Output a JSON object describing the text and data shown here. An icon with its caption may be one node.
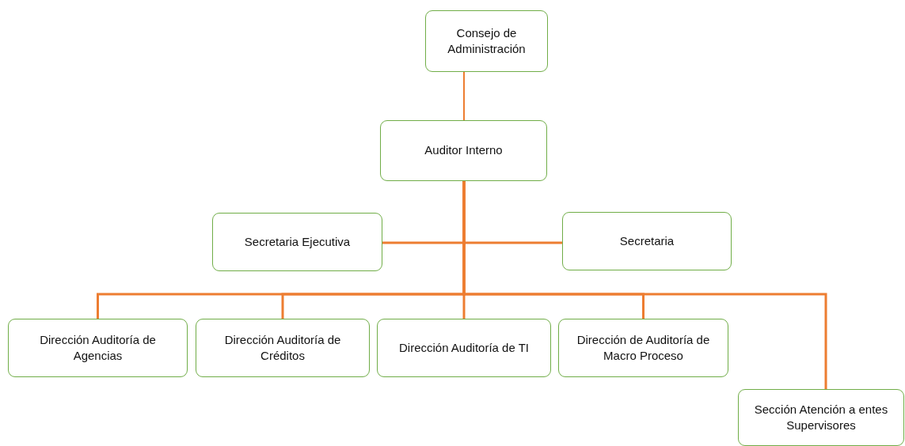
{
  "diagram": {
    "nodes": [
      {
        "text": [
          "Consejo de Administración"
        ]
      },
      {
        "text": [
          "Auditor Interno"
        ]
      },
      {
        "text": [
          "Secretaria Ejecutiva"
        ]
      },
      {
        "text": [
          "Secretaria"
        ]
      },
      {
        "text": [
          "Dirección Auditoría de Agencias"
        ]
      },
      {
        "text": [
          "Dirección Auditoría de Créditos"
        ]
      },
      {
        "text": [
          "Dirección Auditoría de TI"
        ]
      },
      {
        "text": [
          "Dirección de Auditoría de Macro Proceso"
        ]
      },
      {
        "text": [
          "Sección Atención a entes Supervisores"
        ]
      }
    ],
    "edges": [
      {
        "from": 0,
        "to": 1,
        "arrow": "none"
      },
      {
        "from": 1,
        "to": 2,
        "arrow": "none"
      },
      {
        "from": 1,
        "to": 3,
        "arrow": "none"
      },
      {
        "from": 1,
        "to": 4,
        "arrow": "none"
      },
      {
        "from": 1,
        "to": 5,
        "arrow": "none"
      },
      {
        "from": 1,
        "to": 6,
        "arrow": "none"
      },
      {
        "from": 1,
        "to": 7,
        "arrow": "none"
      },
      {
        "from": 1,
        "to": 8,
        "arrow": "none"
      }
    ]
  }
}
